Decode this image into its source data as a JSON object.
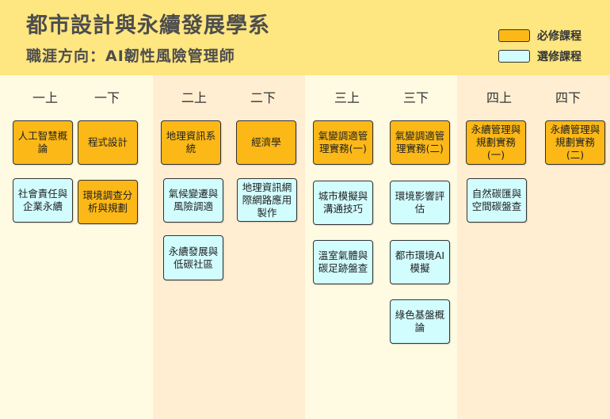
{
  "header": {
    "title": "都市設計與永續發展學系",
    "subtitle": "職涯方向：AI韌性風險管理師"
  },
  "legend": {
    "required_label": "必修課程",
    "elective_label": "選修課程",
    "required_color": "#fbb817",
    "elective_color": "#d2fdff"
  },
  "semesters": [
    "一上",
    "一下",
    "二上",
    "二下",
    "三上",
    "三下",
    "四上",
    "四下"
  ],
  "courses": [
    {
      "name": "人工智慧概論",
      "semester": "一上",
      "type": "required"
    },
    {
      "name": "社會責任與企業永續",
      "semester": "一上",
      "type": "elective"
    },
    {
      "name": "程式設計",
      "semester": "一下",
      "type": "required"
    },
    {
      "name": "環境調查分析與規劃",
      "semester": "一下",
      "type": "required"
    },
    {
      "name": "地理資訊系統",
      "semester": "二上",
      "type": "required"
    },
    {
      "name": "氣候變遷與風險調適",
      "semester": "二上",
      "type": "elective"
    },
    {
      "name": "永續發展與低碳社區",
      "semester": "二上",
      "type": "elective"
    },
    {
      "name": "經濟學",
      "semester": "二下",
      "type": "required"
    },
    {
      "name": "地理資訊網際網路應用製作",
      "semester": "二下",
      "type": "elective"
    },
    {
      "name": "氣變調適管理實務(一)",
      "semester": "三上",
      "type": "required"
    },
    {
      "name": "城市模擬與溝通技巧",
      "semester": "三上",
      "type": "elective"
    },
    {
      "name": "溫室氣體與碳足跡盤查",
      "semester": "三上",
      "type": "elective"
    },
    {
      "name": "氣變調適管理實務(二)",
      "semester": "三下",
      "type": "required"
    },
    {
      "name": "環境影響評估",
      "semester": "三下",
      "type": "elective"
    },
    {
      "name": "都市環境AI模擬",
      "semester": "三下",
      "type": "elective"
    },
    {
      "name": "綠色基盤概論",
      "semester": "三下",
      "type": "elective"
    },
    {
      "name": "永續管理與規劃實務(一)",
      "semester": "四上",
      "type": "required"
    },
    {
      "name": "自然碳匯與空間碳盤查",
      "semester": "四上",
      "type": "elective"
    },
    {
      "name": "永續管理與規劃實務(二)",
      "semester": "四下",
      "type": "required"
    }
  ]
}
